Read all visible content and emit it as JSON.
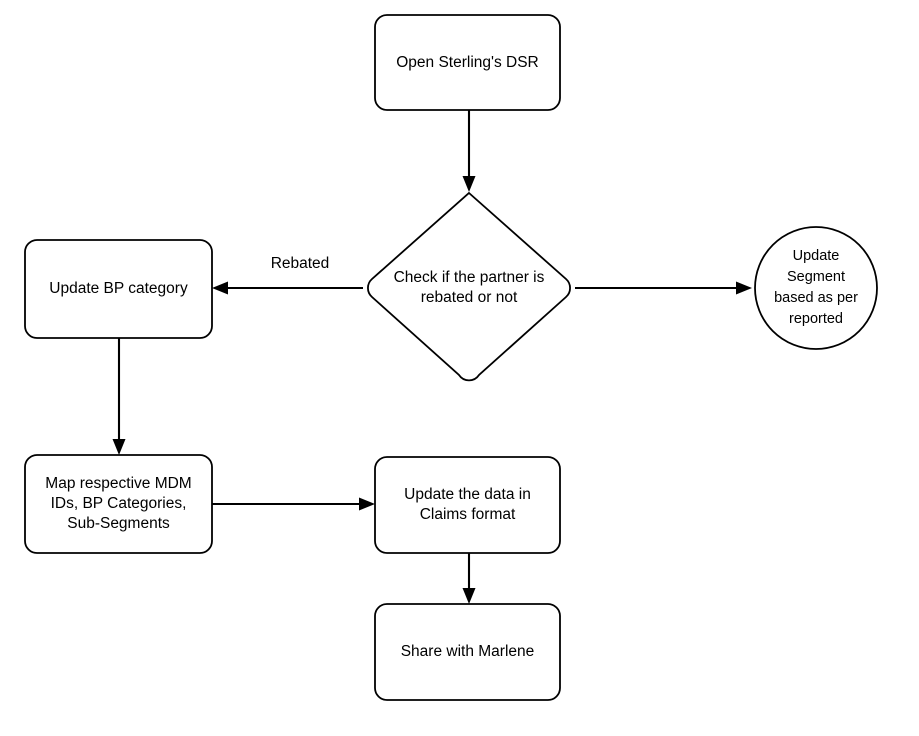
{
  "diagram": {
    "type": "flowchart",
    "orientation": "top-down",
    "background_color": "#ffffff",
    "stroke_color": "#000000",
    "text_color": "#000000",
    "nodes": [
      {
        "id": "open-dsr",
        "shape": "rounded-rectangle",
        "label": "Open Sterling's DSR"
      },
      {
        "id": "check-rebated",
        "shape": "diamond",
        "label": "Check if the partner is\nrebated or not"
      },
      {
        "id": "update-bp-category",
        "shape": "rounded-rectangle",
        "label": "Update BP category"
      },
      {
        "id": "update-segment",
        "shape": "circle",
        "label": "Update\nSegment\nbased as per\nreported"
      },
      {
        "id": "map-mdm",
        "shape": "rounded-rectangle",
        "label": "Map respective MDM\nIDs, BP Categories,\nSub-Segments"
      },
      {
        "id": "update-claims",
        "shape": "rounded-rectangle",
        "label": "Update the data in\nClaims format"
      },
      {
        "id": "share-marlene",
        "shape": "rounded-rectangle",
        "label": "Share with Marlene"
      }
    ],
    "edges": [
      {
        "id": "e1",
        "from": "open-dsr",
        "to": "check-rebated",
        "label": ""
      },
      {
        "id": "e2",
        "from": "check-rebated",
        "to": "update-bp-category",
        "label": "Rebated"
      },
      {
        "id": "e3",
        "from": "check-rebated",
        "to": "update-segment",
        "label": ""
      },
      {
        "id": "e4",
        "from": "update-bp-category",
        "to": "map-mdm",
        "label": ""
      },
      {
        "id": "e5",
        "from": "map-mdm",
        "to": "update-claims",
        "label": ""
      },
      {
        "id": "e6",
        "from": "update-claims",
        "to": "share-marlene",
        "label": ""
      }
    ]
  }
}
